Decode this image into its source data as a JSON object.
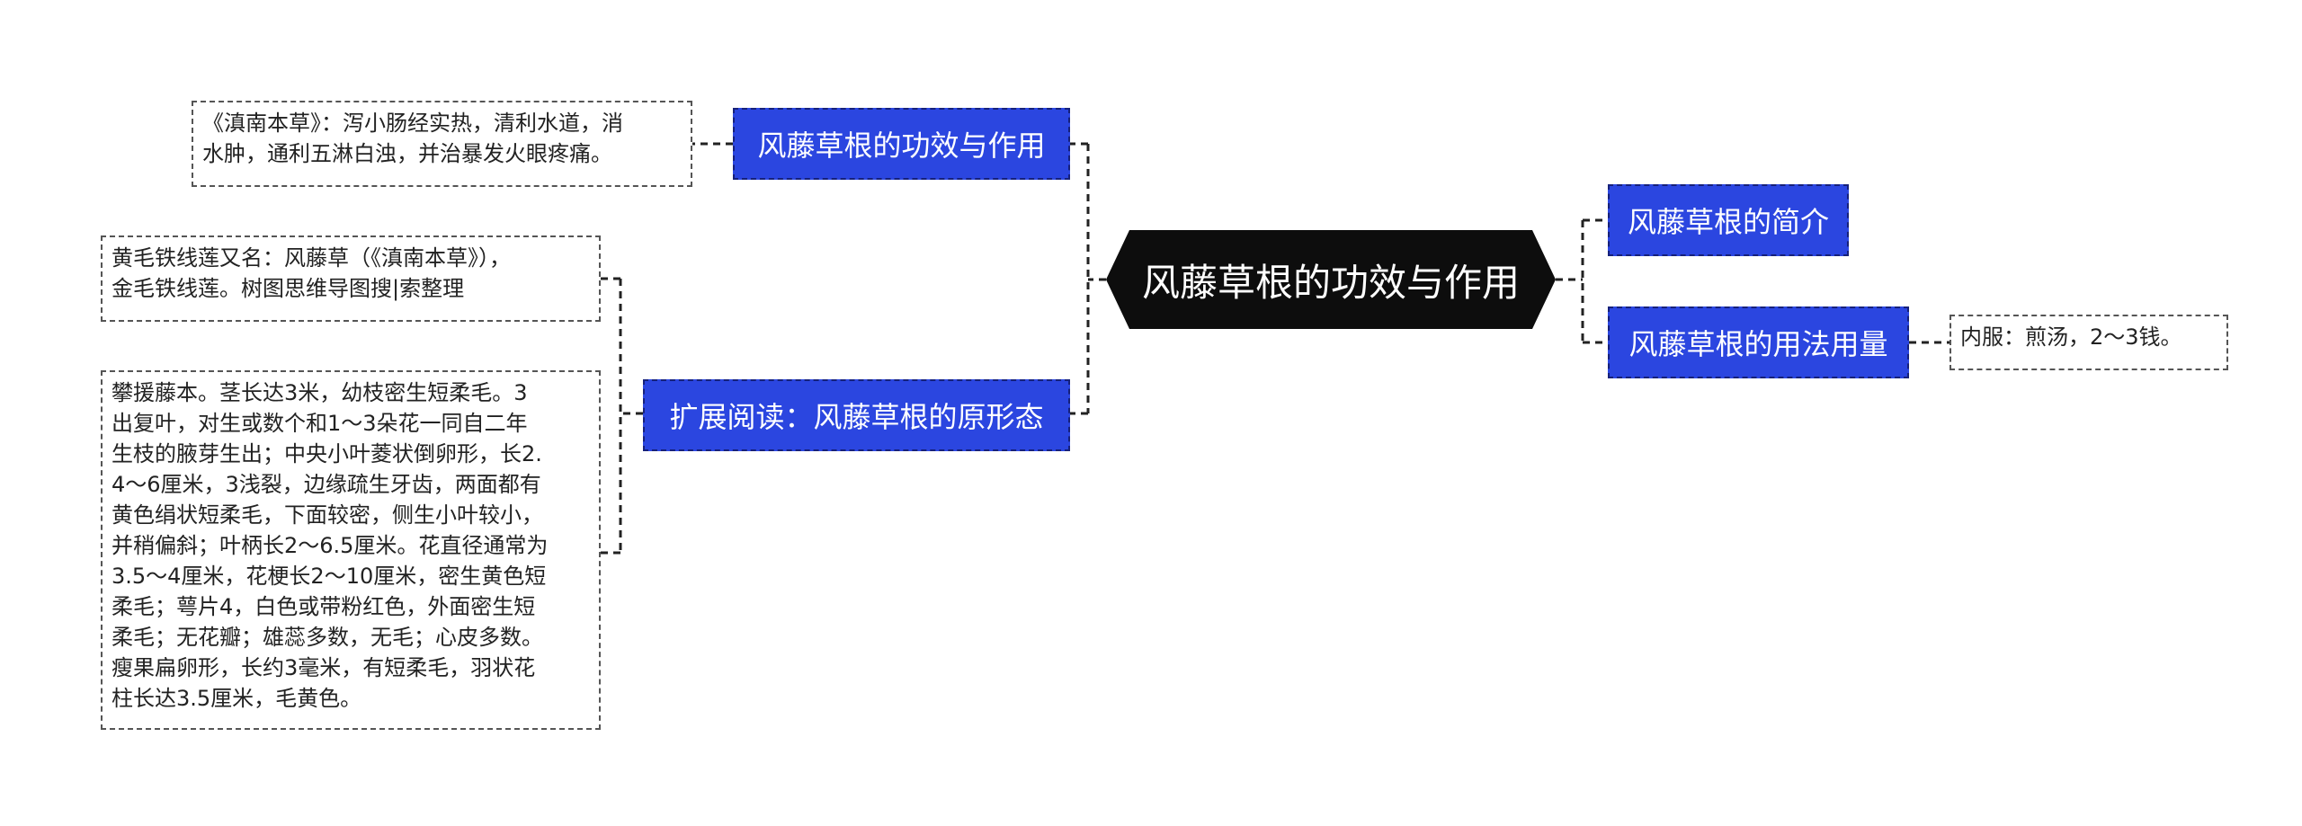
{
  "root": {
    "label": "风藤草根的功效与作用"
  },
  "left_branches": [
    {
      "label": "风藤草根的功效与作用",
      "notes": [
        {
          "lines": [
            "《滇南本草》：泻小肠经实热，清利水道，消",
            "水肿，通利五淋白浊，并治暴发火眼疼痛。"
          ]
        }
      ]
    },
    {
      "label": "扩展阅读：风藤草根的原形态",
      "notes": [
        {
          "lines": [
            "黄毛铁线莲又名：风藤草（《滇南本草》），",
            "金毛铁线莲。树图思维导图搜|索整理"
          ]
        },
        {
          "lines": [
            "攀援藤本。茎长达3米，幼枝密生短柔毛。3",
            "出复叶，对生或数个和1～3朵花一同自二年",
            "生枝的腋芽生出；中央小叶菱状倒卵形，长2.",
            "4～6厘米，3浅裂，边缘疏生牙齿，两面都有",
            "黄色绢状短柔毛，下面较密，侧生小叶较小，",
            "并稍偏斜；叶柄长2～6.5厘米。花直径通常为",
            "3.5～4厘米，花梗长2～10厘米，密生黄色短",
            "柔毛；萼片4，白色或带粉红色，外面密生短",
            "柔毛；无花瓣；雄蕊多数，无毛；心皮多数。",
            "瘦果扁卵形，长约3毫米，有短柔毛，羽状花",
            "柱长达3.5厘米，毛黄色。"
          ]
        }
      ]
    }
  ],
  "right_branches": [
    {
      "label": "风藤草根的简介",
      "notes": []
    },
    {
      "label": "风藤草根的用法用量",
      "notes": [
        {
          "lines": [
            "内服：煎汤，2～3钱。"
          ]
        }
      ]
    }
  ],
  "colors": {
    "root_fill": "#0d0d0d",
    "branch_fill": "#2b46e0",
    "branch_border": "#16217a",
    "note_border": "#555555",
    "connector": "#222222"
  }
}
